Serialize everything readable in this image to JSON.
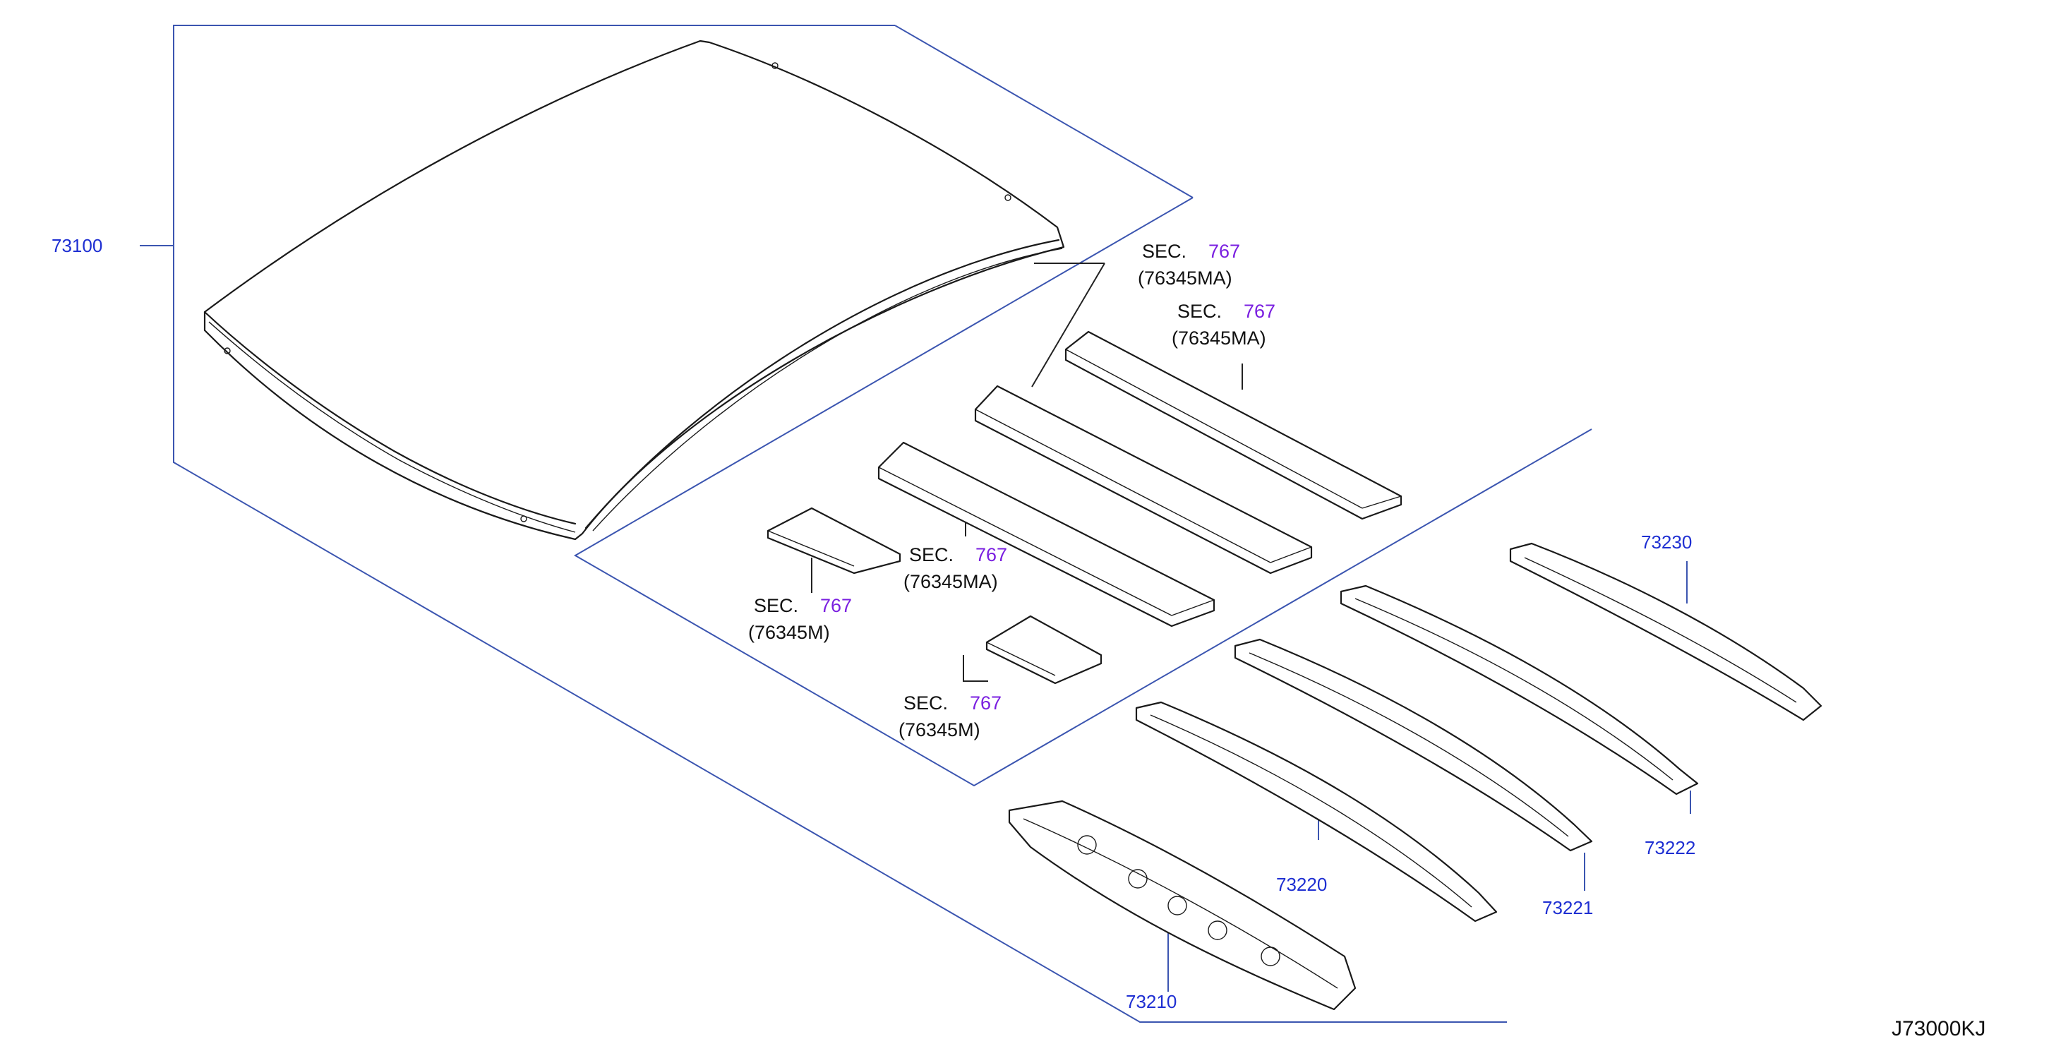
{
  "diagram_id": "J73000KJ",
  "colors": {
    "part_number": "#1e2fd2",
    "section_ref": "#7a1fe0",
    "leader": "#3b55b0",
    "text": "#111111"
  },
  "parts": {
    "roof_panel": "73100",
    "front_rail": "73210",
    "bow_1": "73220",
    "bow_2": "73221",
    "bow_3": "73222",
    "rear_rail": "73230"
  },
  "sections": [
    {
      "label": "SEC.",
      "ref": "767",
      "part": "(76345MA)"
    },
    {
      "label": "SEC.",
      "ref": "767",
      "part": "(76345MA)"
    },
    {
      "label": "SEC.",
      "ref": "767",
      "part": "(76345MA)"
    },
    {
      "label": "SEC.",
      "ref": "767",
      "part": "(76345M)"
    },
    {
      "label": "SEC.",
      "ref": "767",
      "part": "(76345M)"
    }
  ]
}
